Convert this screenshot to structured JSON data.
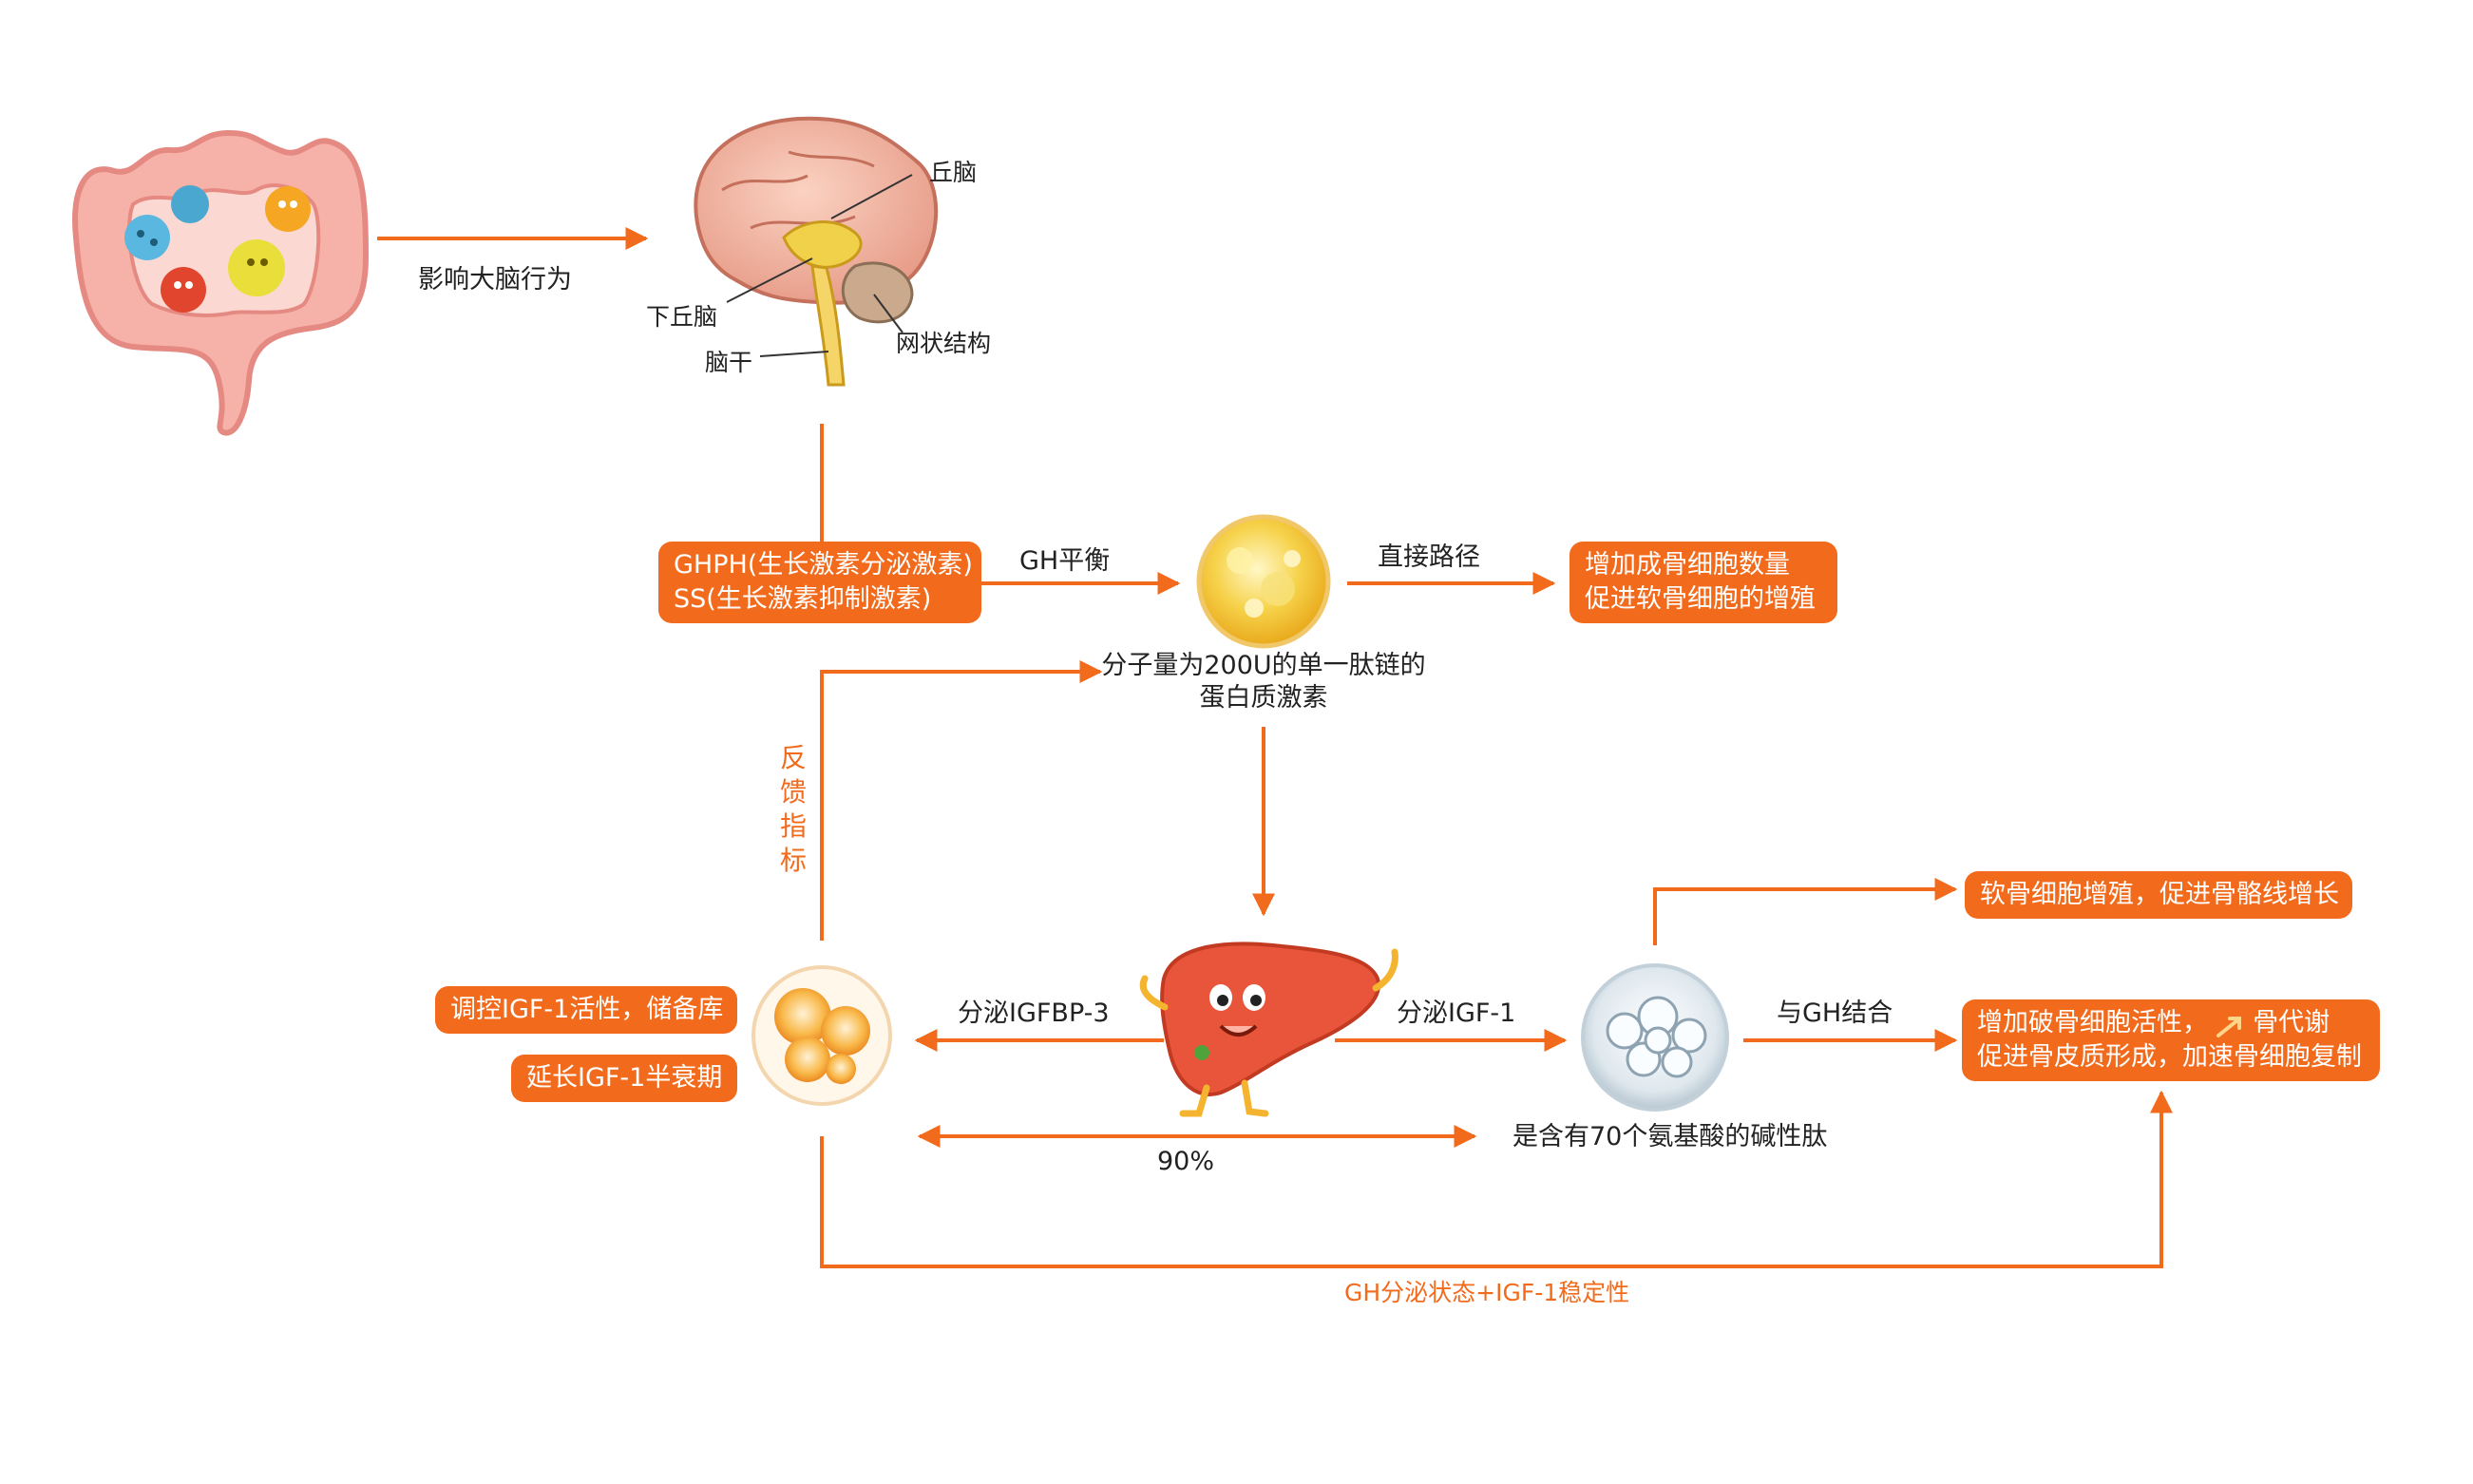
{
  "colors": {
    "accent": "#f26b1d",
    "text": "#222222",
    "background": "#ffffff"
  },
  "icons": {
    "gut": "intestine-with-bacteria-icon",
    "brain": "brain-cross-section-icon",
    "gh": "golden-cell-icon",
    "igfbp": "orange-cell-cluster-icon",
    "liver": "liver-mascot-icon",
    "igf1": "bubble-cell-icon",
    "growth": "orange-up-arrow-icon"
  },
  "labels": {
    "gut_to_brain": "影响大脑行为",
    "thalamus": "丘脑",
    "hypothalamus": "下丘脑",
    "reticular": "网状结构",
    "brainstem": "脑干",
    "gh_balance": "GH平衡",
    "direct_path": "直接路径",
    "gh_desc": [
      "分子量为200U的单一肽链的",
      "蛋白质激素"
    ],
    "feedback": [
      "反",
      "馈",
      "指",
      "标"
    ],
    "secrete_igfbp3": "分泌IGFBP-3",
    "secrete_igf1": "分泌IGF-1",
    "bind_gh": "与GH结合",
    "igf1_desc": "是含有70个氨基酸的碱性肽",
    "percent": "90%",
    "bottom_path": "GH分泌状态+IGF-1稳定性"
  },
  "boxes": {
    "hormones": [
      "GHPH(生长激素分泌激素)",
      "SS(生长激素抑制激素)"
    ],
    "direct_effect": [
      "增加成骨细胞数量",
      "促进软骨细胞的增殖"
    ],
    "igfbp_1": "调控IGF-1活性，储备库",
    "igfbp_2": "延长IGF-1半衰期",
    "cartilage": "软骨细胞增殖，促进骨骼线增长",
    "osteo_1a": "增加破骨细胞活性，",
    "osteo_1b": "骨代谢",
    "osteo_2": "促进骨皮质形成，加速骨细胞复制"
  }
}
